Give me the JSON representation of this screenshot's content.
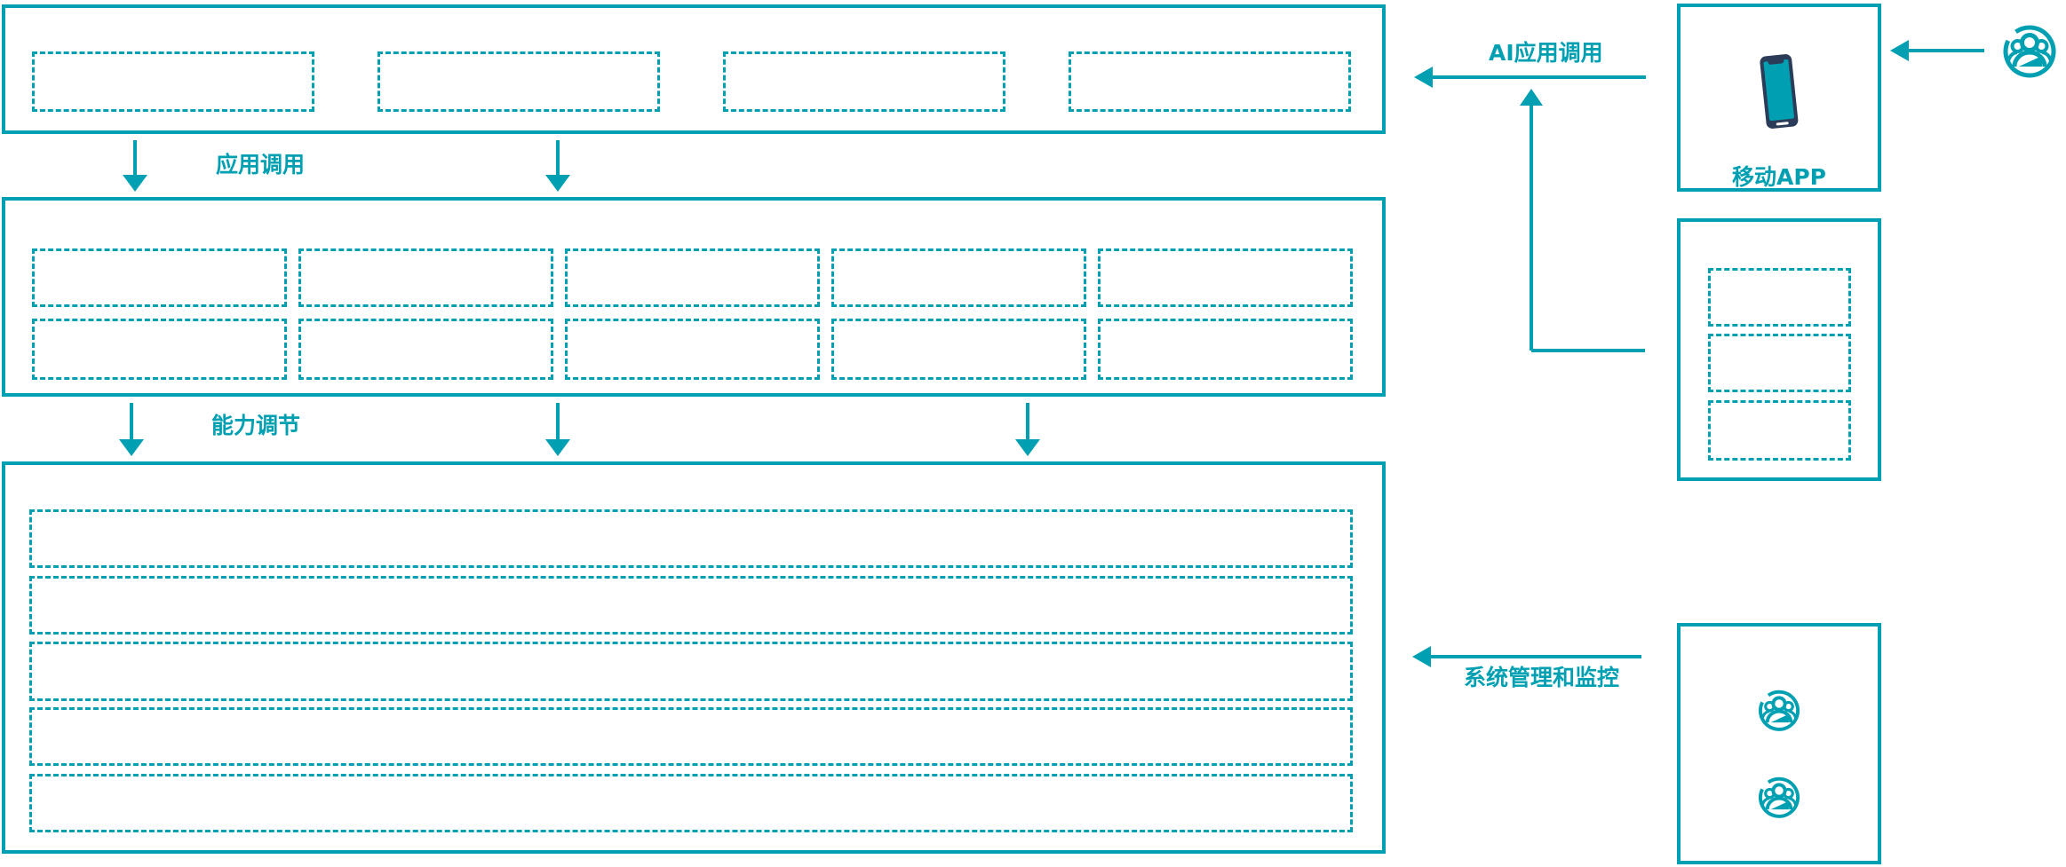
{
  "colors": {
    "teal": "#00A0B2",
    "navy": "#2B3C58"
  },
  "flow_labels": {
    "app_call": "应用调用",
    "capability_adjust": "能力调节",
    "ai_app_call": "AI应用调用",
    "system_monitor": "系统管理和监控"
  },
  "right_panel": {
    "mobile_app_label": "移动APP"
  },
  "icons": {
    "mobile": "smartphone-icon",
    "users": "users-icon"
  }
}
